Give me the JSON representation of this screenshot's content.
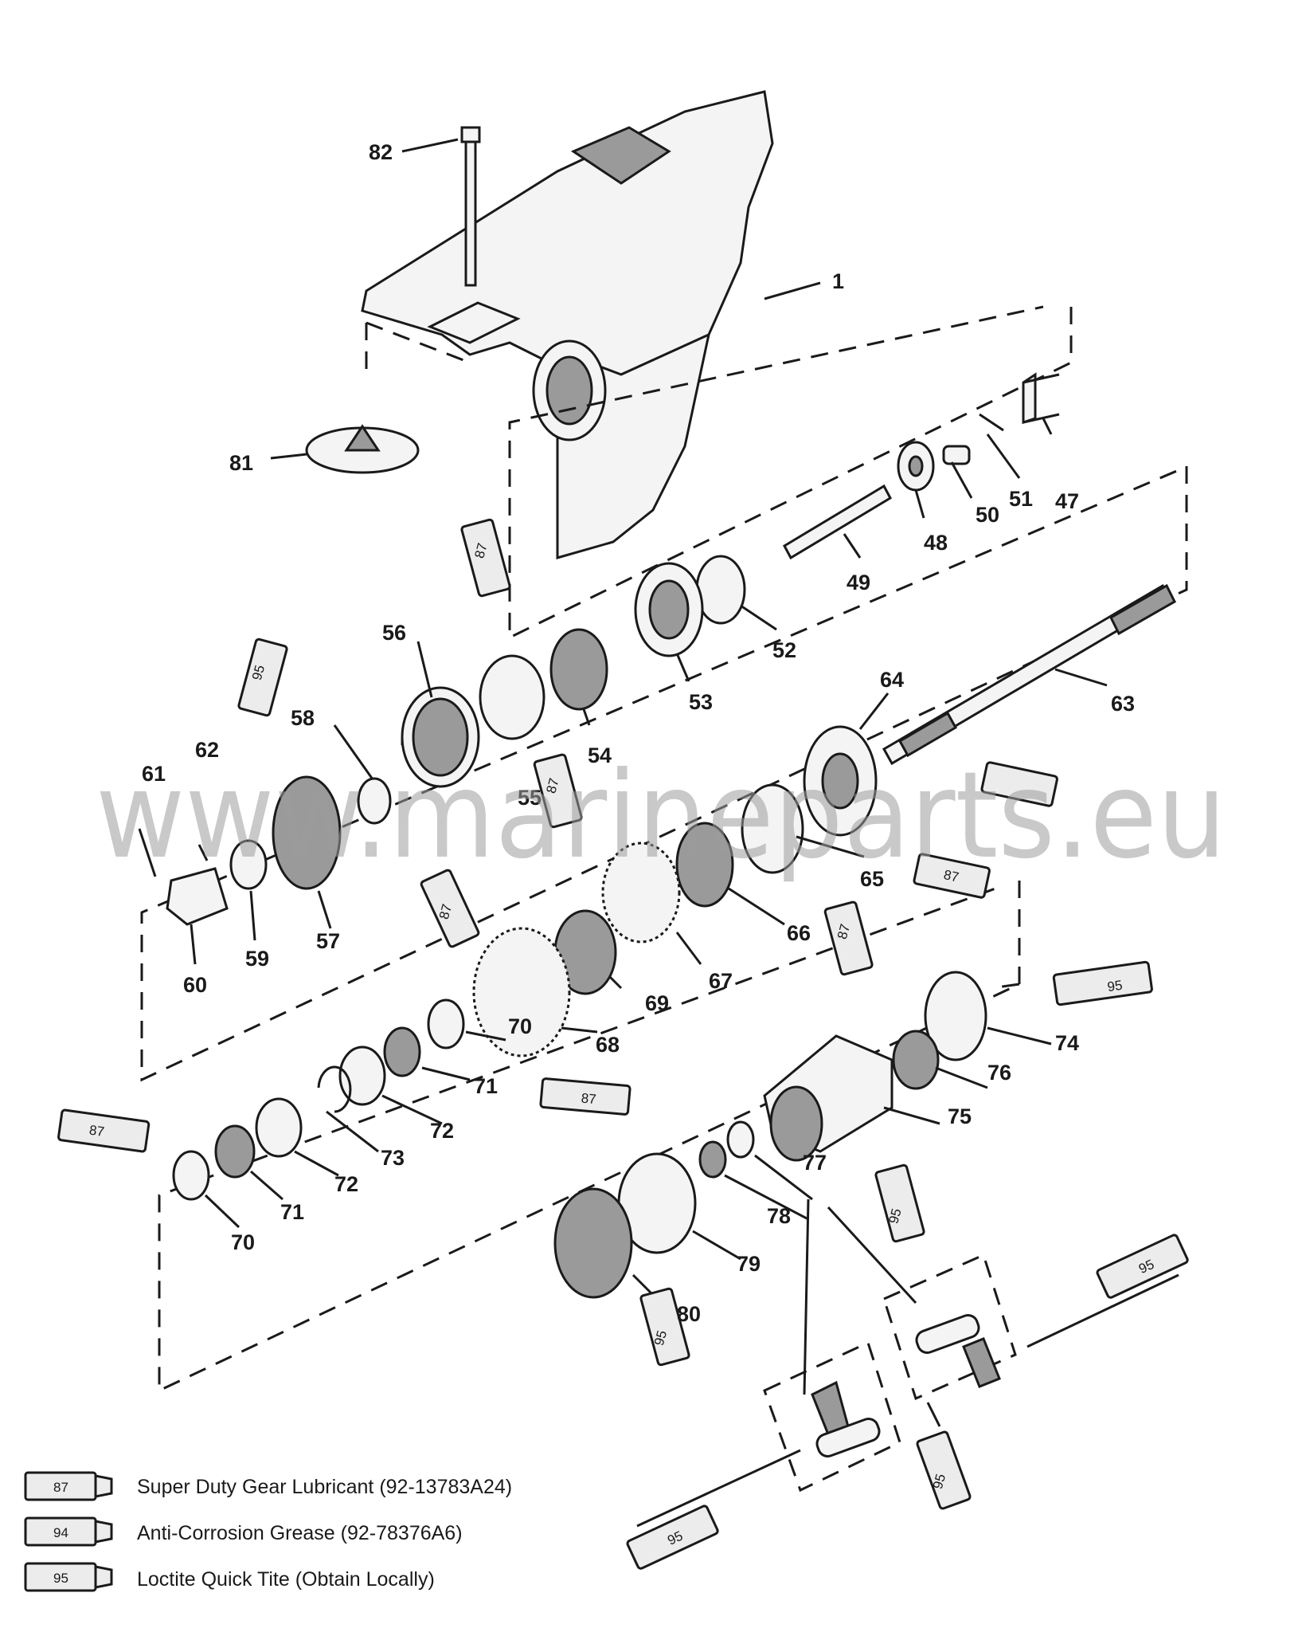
{
  "watermark": "www.marineparts.eu",
  "part_numbers": [
    "1",
    "47",
    "48",
    "49",
    "50",
    "51",
    "52",
    "53",
    "54",
    "55",
    "56",
    "57",
    "58",
    "59",
    "60",
    "61",
    "62",
    "63",
    "64",
    "65",
    "66",
    "67",
    "68",
    "69",
    "70",
    "70",
    "71",
    "71",
    "72",
    "72",
    "73",
    "74",
    "75",
    "76",
    "77",
    "78",
    "79",
    "80",
    "81",
    "82"
  ],
  "tube_codes": [
    "87",
    "94",
    "95"
  ],
  "legend": [
    {
      "code": "87",
      "text": "Super Duty Gear Lubricant (92-13783A24)"
    },
    {
      "code": "94",
      "text": "Anti-Corrosion Grease (92-78376A6)"
    },
    {
      "code": "95",
      "text": "Loctite Quick Tite (Obtain Locally)"
    }
  ]
}
